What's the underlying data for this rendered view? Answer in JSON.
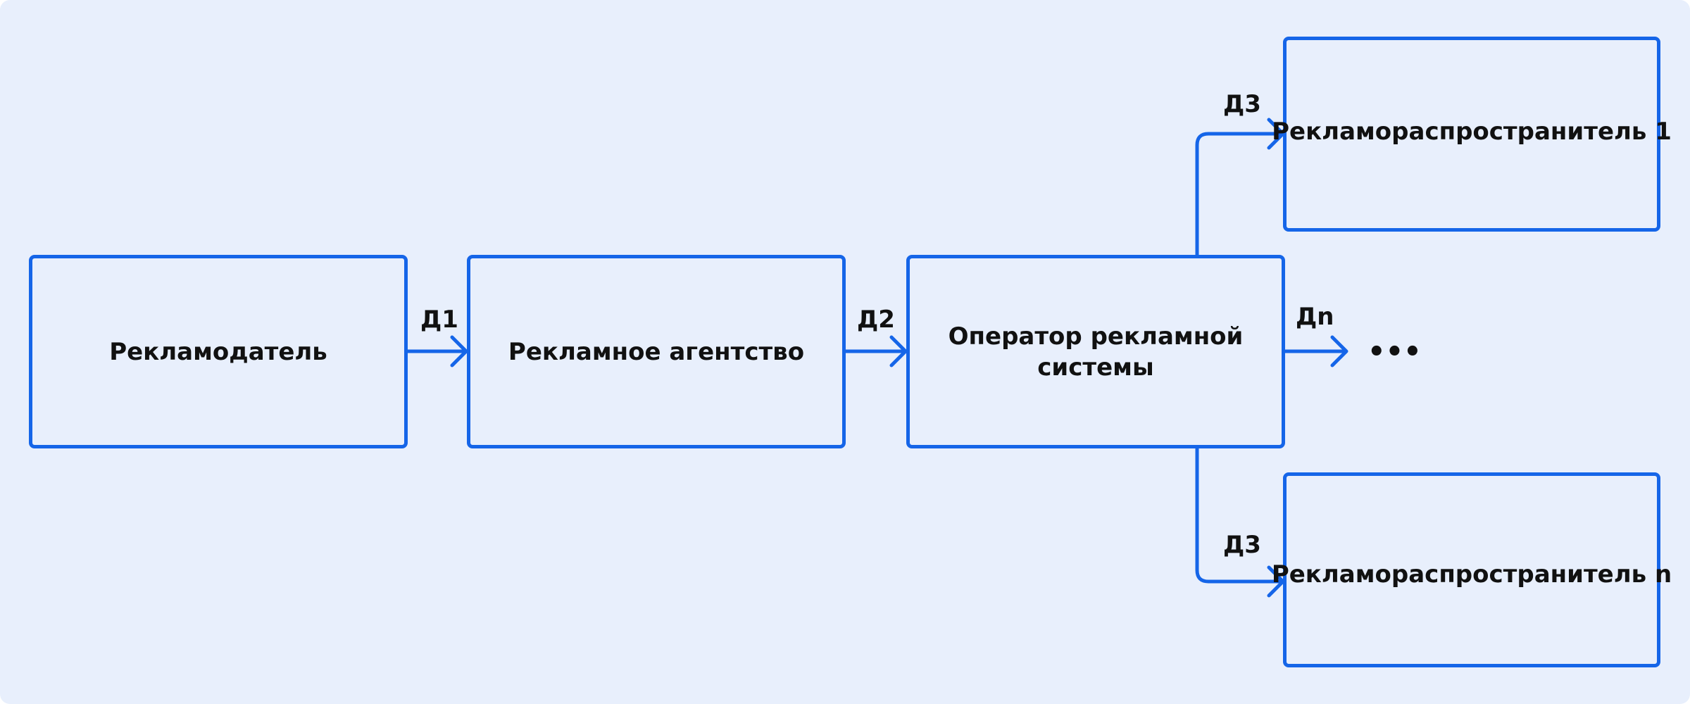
{
  "diagram": {
    "nodes": {
      "advertiser": "Рекламодатель",
      "agency": "Рекламное агентство",
      "operator_line1": "Оператор рекламной",
      "operator_line2": "системы",
      "distributor_1": "Рекламораспространитель 1",
      "distributor_n": "Рекламораспространитель n"
    },
    "edges": {
      "d1": "Д1",
      "d2": "Д2",
      "d3_top": "Д3",
      "d3_bottom": "Д3",
      "dn": "Дn"
    },
    "ellipsis": "•••",
    "colors": {
      "accent": "#1565e8",
      "background": "#e8effc",
      "text": "#111111"
    }
  }
}
